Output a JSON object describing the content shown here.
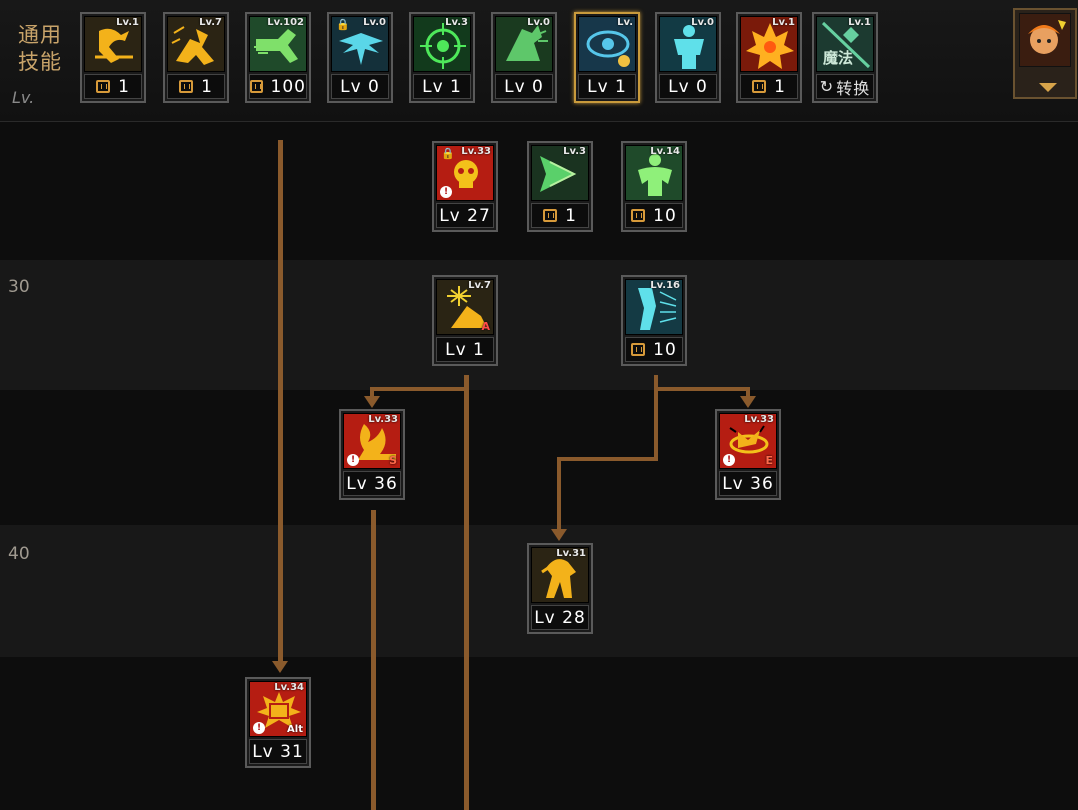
{
  "header": {
    "title_line1": "通用",
    "title_line2": "技能",
    "lv_label": "Lv."
  },
  "level_markers": [
    "30",
    "40"
  ],
  "top_skills": [
    {
      "id": "t1",
      "icon": "kick-icon",
      "tag": "Lv.1",
      "bottom": "1",
      "book": true
    },
    {
      "id": "t2",
      "icon": "crouch-icon",
      "tag": "Lv.7",
      "bottom": "1",
      "book": true
    },
    {
      "id": "t3",
      "icon": "dash-icon",
      "tag": "Lv.102",
      "bottom": "100",
      "book": true
    },
    {
      "id": "t4",
      "icon": "wings-icon",
      "tag": "Lv.0",
      "bottom": "Lv 0",
      "book": false,
      "lock": true
    },
    {
      "id": "t5",
      "icon": "crosshair-icon",
      "tag": "Lv.3",
      "bottom": "Lv 1",
      "book": false
    },
    {
      "id": "t6",
      "icon": "beast-icon",
      "tag": "Lv.0",
      "bottom": "Lv 0",
      "book": false
    },
    {
      "id": "t7",
      "icon": "eye-icon",
      "tag": "Lv.",
      "bottom": "Lv 1",
      "book": false,
      "selected": true
    },
    {
      "id": "t8",
      "icon": "body-icon",
      "tag": "Lv.0",
      "bottom": "Lv 0",
      "book": false
    },
    {
      "id": "t9",
      "icon": "flame-icon",
      "tag": "Lv.1",
      "bottom": "1",
      "book": true
    },
    {
      "id": "t10",
      "icon": "magic-icon",
      "tag": "Lv.1",
      "bottom": "转换",
      "swap": true
    }
  ],
  "magic_icon_text": "魔法",
  "tree_skills": [
    {
      "id": "s1",
      "icon": "skull-icon",
      "tag": "Lv.33",
      "bottom": "Lv 27",
      "letter": "",
      "warn": true,
      "lock": true
    },
    {
      "id": "s2",
      "icon": "slash-icon",
      "tag": "Lv.3",
      "bottom": "1",
      "book": true
    },
    {
      "id": "s3",
      "icon": "torso-icon",
      "tag": "Lv.14",
      "bottom": "10",
      "book": true
    },
    {
      "id": "s4",
      "icon": "spark-icon",
      "tag": "Lv.7",
      "bottom": "Lv 1",
      "letter": "A"
    },
    {
      "id": "s5",
      "icon": "leg-icon",
      "tag": "Lv.16",
      "bottom": "10",
      "book": true
    },
    {
      "id": "s6",
      "icon": "fire-kick-icon",
      "tag": "Lv.33",
      "bottom": "Lv 36",
      "letter": "S",
      "warn": true
    },
    {
      "id": "s7",
      "icon": "spin-icon",
      "tag": "Lv.33",
      "bottom": "Lv 36",
      "letter": "E",
      "warn": true
    },
    {
      "id": "s8",
      "icon": "gold-fighter-icon",
      "tag": "Lv.31",
      "bottom": "Lv 28"
    },
    {
      "id": "s9",
      "icon": "aura-icon",
      "tag": "Lv.34",
      "bottom": "Lv 31",
      "letter": "Alt",
      "warn": true
    }
  ],
  "colors": {
    "frame": "#5a5a5a",
    "selected": "#c89a3c",
    "connector": "#8a5a2c",
    "header_text": "#c9a46a",
    "red_icon": "#b51d12",
    "teal_icon": "#1e5a5e",
    "green_icon": "#1f4a2a",
    "gold_icon": "#2b2414"
  }
}
